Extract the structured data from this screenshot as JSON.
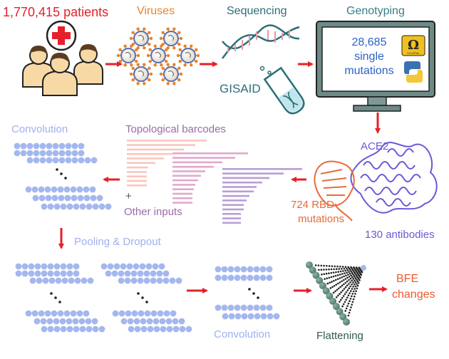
{
  "title_patients": "1,770,415 patients",
  "title_viruses": "Viruses",
  "title_sequencing": "Sequencing",
  "label_gisaid": "GISAID",
  "title_genotyping": "Genotyping",
  "monitor": {
    "count": "28,685",
    "line2": "single",
    "line3": "mutations",
    "clustal_text": "CLUSTAL"
  },
  "label_ace2": "ACE2",
  "label_rbd": "724 RBD",
  "label_rbd2": "mutations",
  "label_antibodies": "130 antibodies",
  "label_convolution_top": "Convolution",
  "label_topological": "Topological barcodes",
  "label_plus": "+",
  "label_other_inputs": "Other inputs",
  "label_pooling": "Pooling & Dropout",
  "label_convolution_bottom": "Convolution",
  "label_flattening": "Flattening",
  "label_bfe": "BFE",
  "label_bfe2": "changes",
  "colors": {
    "red": "#e5202a",
    "orange": "#e8832a",
    "teal": "#2a6f7a",
    "tealtext": "#3a7d88",
    "monitor_blue": "#2b62c7",
    "conv_blue": "#9db1f0",
    "bead": "#a4b7ee",
    "barcode_purple": "#9b6ba8",
    "ace2": "#6b58d6",
    "rbd_orange": "#e86a3a",
    "bfe": "#f05a32",
    "flatten_text": "#2f5c4a"
  }
}
